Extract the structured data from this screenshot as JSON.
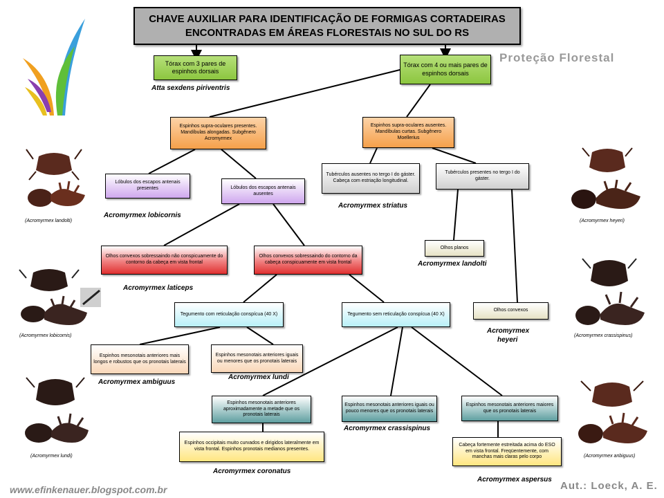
{
  "title": {
    "line1": "CHAVE AUXILIAR PARA IDENTIFICAÇÃO DE FORMIGAS CORTADEIRAS",
    "line2": "ENCONTRADAS EM ÁREAS FLORESTAIS NO SUL DO RS"
  },
  "brand": "Proteção Florestal",
  "footer": {
    "url": "www.efinkenauer.blogspot.com.br",
    "author": "Aut.: Loeck, A. E."
  },
  "colors": {
    "green": "#8cc63f",
    "orange": "#f5a04a",
    "purple": "#cfa7ee",
    "red": "#e03030",
    "cyan": "#b8f0f8",
    "teal": "#5f9fa0",
    "yellow": "#ffe680",
    "gray": "#d0d0d0"
  },
  "boxes": {
    "b1": "Tórax com 3 pares de espinhos dorsais",
    "b2": "Tórax com 4 ou mais pares de espinhos dorsais",
    "b3": "Espinhos supra-oculares presentes. Mandíbulas alongadas. Subgênero Acromyrmex",
    "b4": "Espinhos supra-oculares ausentes. Mandíbulas curtas. Subgênero Moellerius",
    "b5": "Lóbulos dos escapos antenais presentes",
    "b6": "Lóbulos dos escapos antenais ausentes",
    "b7": "Tubérculos ausentes no tergo I do gáster. Cabeça com estriação longitudinal.",
    "b8": "Tubérculos presentes no tergo I do gáster.",
    "b9": "Olhos convexos sobressaindo não conspicuamente do contorno da cabeça em vista frontal",
    "b10": "Olhos convexos sobressaindo do contorno da cabeça conspicuamente em vista frontal",
    "b11": "Olhos planos",
    "b12": "Tegumento com reticulação conspícua (40 X)",
    "b13": "Tegumento sem reticulação conspícua (40 X)",
    "b14": "Olhos convexos",
    "b15": "Espinhos mesonotais anteriores mais longos e robustos que os pronotais laterais",
    "b16": "Espinhos mesonotais anteriores iguais ou menores que os pronotais laterais",
    "b17": "Espinhos mesonotais anteriores aproximadamente a metade que os pronotais laterais",
    "b18": "Espinhos mesonotais anteriores iguais ou pouco menores que os pronotais laterais",
    "b19": "Espinhos mesonotais anteriores maiores que os pronotais laterais",
    "b20": "Espinhos occipitais muito curvados e dirigidos lateralmente em vista frontal. Espinhos pronotais medianos presentes.",
    "b21": "Cabeça fortemente estreitada acima do ESO em vista frontal. Freqüentemente, com manchas mais claras pelo corpo"
  },
  "species": {
    "atta": "Atta sexdens piriventris",
    "lobicornis": "Acromyrmex lobicornis",
    "striatus": "Acromyrmex striatus",
    "laticeps": "Acromyrmex laticeps",
    "landolti": "Acromyrmex landolti",
    "heyeri_l1": "Acromyrmex",
    "heyeri_l2": "heyeri",
    "ambiguus": "Acromyrmex ambiguus",
    "lundi": "Acromyrmex lundi",
    "crassispinus": "Acromyrmex crassispinus",
    "coronatus": "Acromyrmex coronatus",
    "aspersus": "Acromyrmex aspersus"
  },
  "photo_captions": {
    "landolti": "(Acromyrmex landolti)",
    "lobicornis": "(Acromyrmex lobicornis)",
    "lundi": "(Acromyrmex lundi)",
    "heyeri": "(Acromyrmex heyeri)",
    "crassispinus": "(Acromyrmex crassispinus)",
    "anbiguus": "(Acromyrmex anbiguus)"
  }
}
